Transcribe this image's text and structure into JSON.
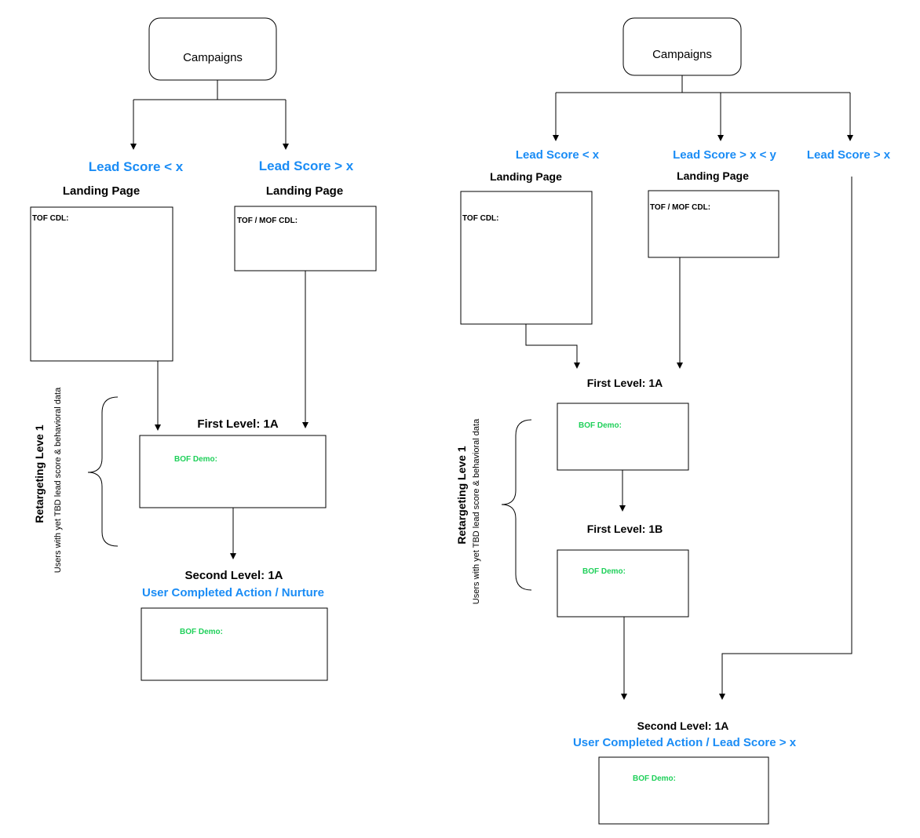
{
  "colors": {
    "accent_blue": "#1a8cf5",
    "green": "#1fd05a",
    "line": "#000000"
  },
  "left": {
    "campaigns": "Campaigns",
    "lead_low": "Lead Score < x",
    "lead_high": "Lead Score > x",
    "landing_low": "Landing Page",
    "landing_high": "Landing Page",
    "tof_cdl": "TOF CDL:",
    "tof_mof_cdl": "TOF / MOF CDL:",
    "first_level": "First Level: 1A",
    "bof_demo_1": "BOF Demo:",
    "second_level": "Second Level: 1A",
    "action": "User Completed Action / Nurture",
    "bof_demo_2": "BOF Demo:",
    "retargeting": "Retargeting Leve 1",
    "retargeting_sub": "Users with yet TBD lead score & behavioral data"
  },
  "right": {
    "campaigns": "Campaigns",
    "lead_low": "Lead Score < x",
    "lead_mid": "Lead Score > x < y",
    "lead_high": "Lead Score > x",
    "landing_low": "Landing Page",
    "landing_mid": "Landing Page",
    "tof_cdl": "TOF CDL:",
    "tof_mof_cdl": "TOF / MOF CDL:",
    "first_level_1a": "First Level: 1A",
    "bof_demo_1": "BOF Demo:",
    "first_level_1b": "First Level: 1B",
    "bof_demo_2": "BOF Demo:",
    "second_level": "Second Level: 1A",
    "action": "User Completed Action / Lead Score > x",
    "bof_demo_3": "BOF Demo:",
    "retargeting": "Retargeting Leve 1",
    "retargeting_sub": "Users with yet TBD lead score & behavioral data"
  }
}
